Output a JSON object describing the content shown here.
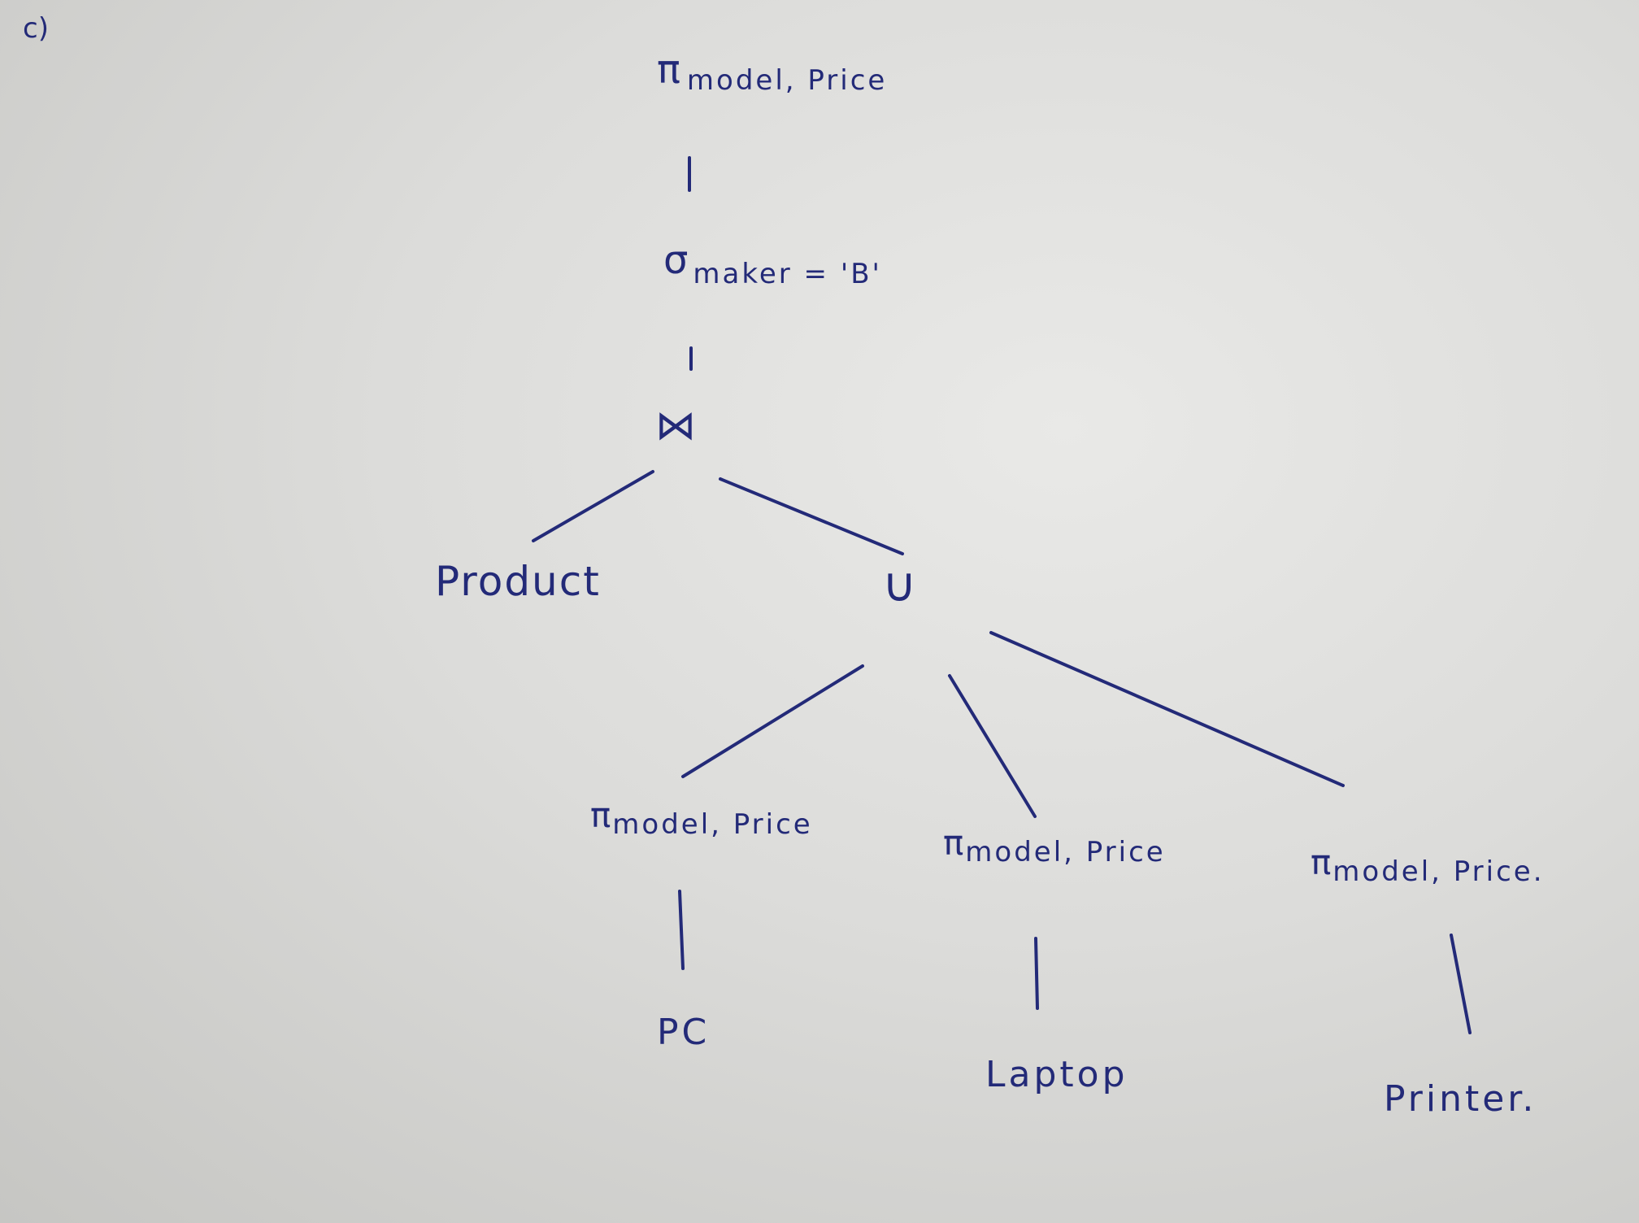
{
  "part_label": "c)",
  "tree": {
    "root_projection": {
      "symbol": "π",
      "attributes": "model, Price"
    },
    "selection": {
      "symbol": "σ",
      "condition": "maker = 'B'"
    },
    "join": {
      "symbol": "⋈"
    },
    "left_leaf": {
      "label": "Product"
    },
    "union": {
      "symbol": "∪"
    },
    "branches": [
      {
        "symbol": "π",
        "attributes": "model, Price",
        "relation": "PC"
      },
      {
        "symbol": "π",
        "attributes": "model, Price",
        "relation": "Laptop"
      },
      {
        "symbol": "π",
        "attributes": "model, Price.",
        "relation": "Printer."
      }
    ]
  },
  "colors": {
    "ink": "#232a78",
    "paper": "#dcdcda"
  }
}
